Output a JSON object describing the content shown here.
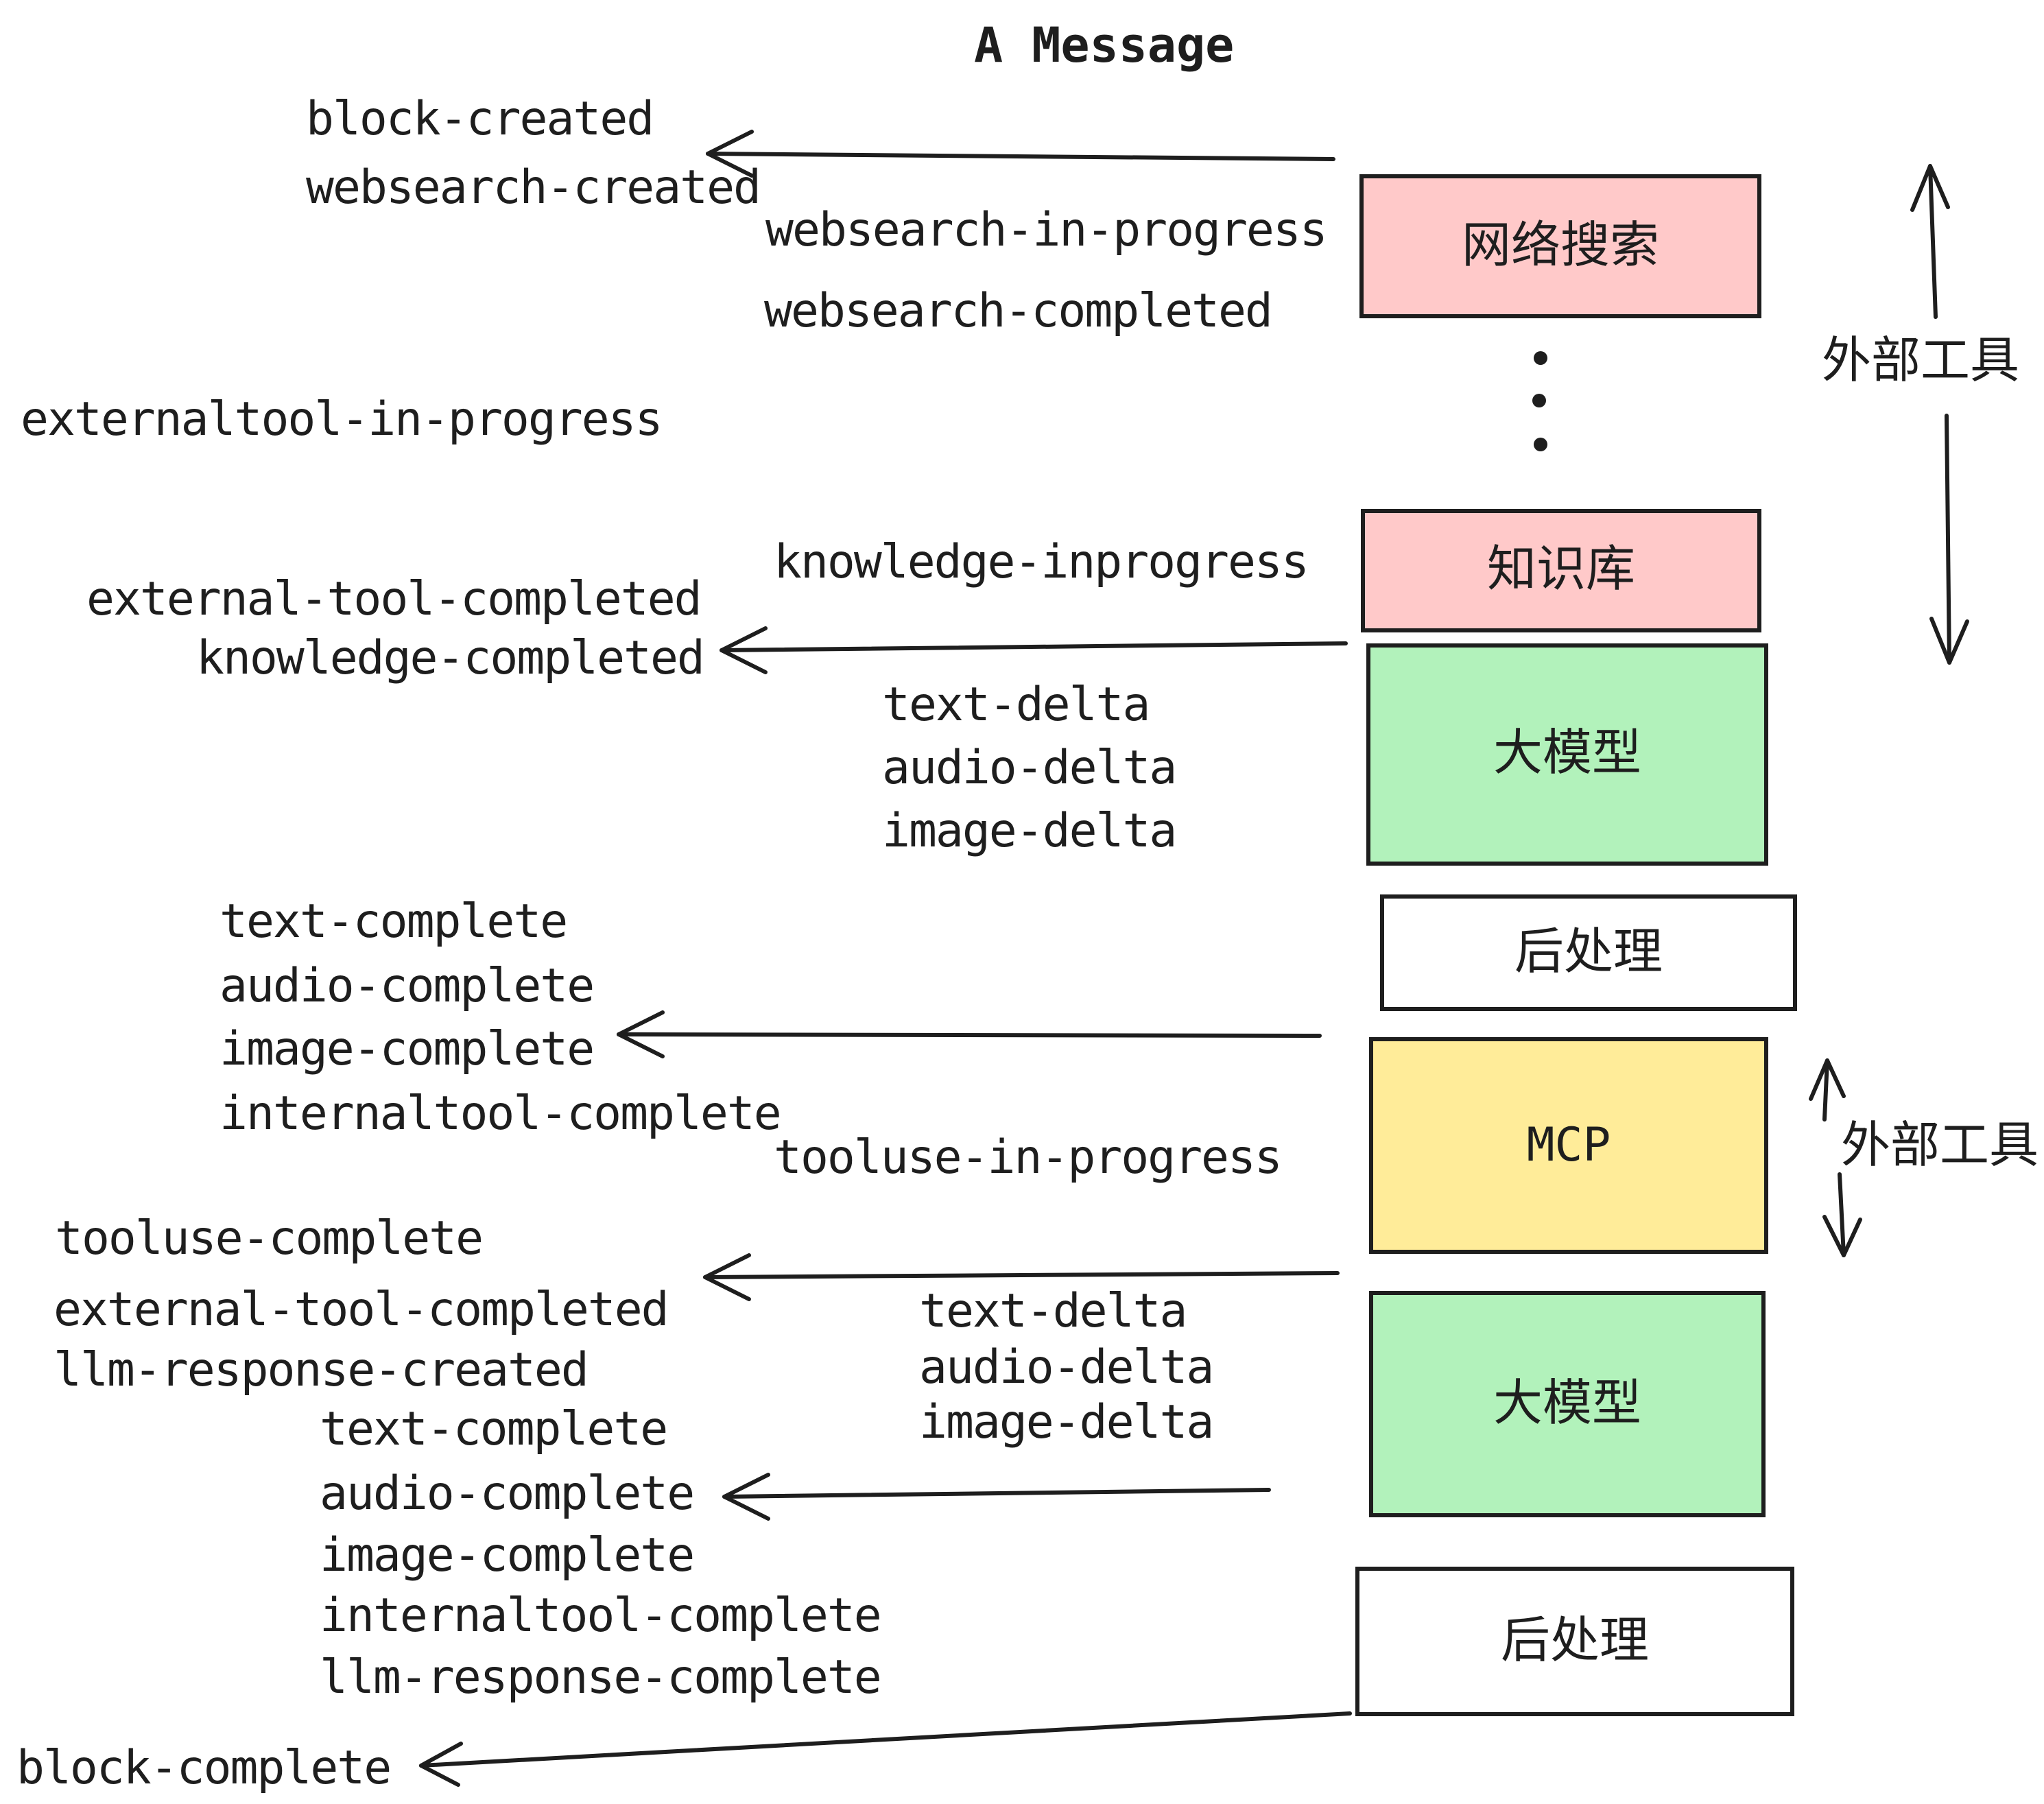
{
  "title": "A Message",
  "colors": {
    "pink": "#ffc9c9",
    "green": "#b2f2bb",
    "yellow": "#ffec99",
    "white": "#ffffff",
    "stroke": "#1e1e1e"
  },
  "boxes": [
    {
      "id": "websearch",
      "label": "网络搜索",
      "color": "pink"
    },
    {
      "id": "knowledge",
      "label": "知识库",
      "color": "pink"
    },
    {
      "id": "llm-1",
      "label": "大模型",
      "color": "green"
    },
    {
      "id": "post-1",
      "label": "后处理",
      "color": "white"
    },
    {
      "id": "mcp",
      "label": "MCP",
      "color": "yellow"
    },
    {
      "id": "llm-2",
      "label": "大模型",
      "color": "green"
    },
    {
      "id": "post-2",
      "label": "后处理",
      "color": "white"
    }
  ],
  "events": [
    "block-created",
    "websearch-created",
    "websearch-in-progress",
    "websearch-completed",
    "externaltool-in-progress",
    "knowledge-inprogress",
    "external-tool-completed",
    "knowledge-completed",
    "text-delta",
    "audio-delta",
    "image-delta",
    "text-complete",
    "audio-complete",
    "image-complete",
    "internaltool-complete",
    "tooluse-in-progress",
    "tooluse-complete",
    "external-tool-completed",
    "llm-response-created",
    "text-complete",
    "audio-complete",
    "image-complete",
    "internaltool-complete",
    "llm-response-complete",
    "text-delta",
    "audio-delta",
    "image-delta",
    "block-complete"
  ],
  "annotations": {
    "external_tools_top": "外部工具",
    "external_tools_mcp": "外部工具"
  }
}
